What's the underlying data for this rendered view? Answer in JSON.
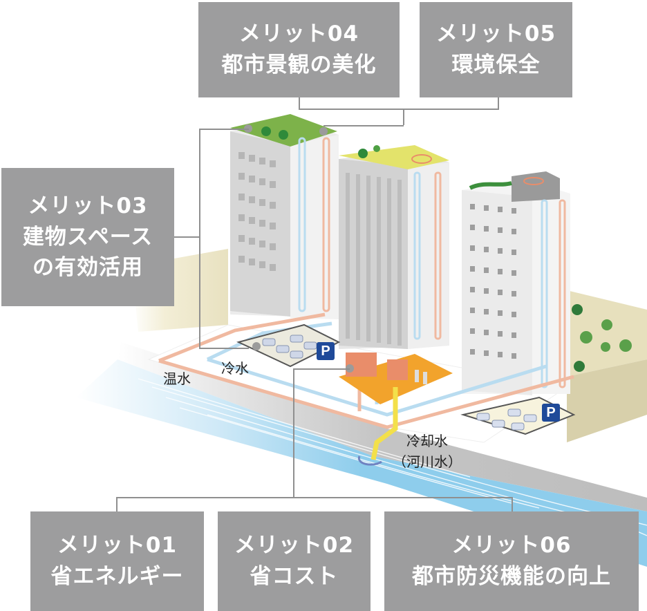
{
  "merits": {
    "m04": {
      "title": "メリット04",
      "text": "都市景観の美化"
    },
    "m05": {
      "title": "メリット05",
      "text": "環境保全"
    },
    "m03": {
      "title": "メリット03",
      "line1": "建物スペース",
      "line2": "の有効活用"
    },
    "m01": {
      "title": "メリット01",
      "text": "省エネルギー"
    },
    "m02": {
      "title": "メリット02",
      "text": "省コスト"
    },
    "m06": {
      "title": "メリット06",
      "text": "都市防災機能の向上"
    }
  },
  "labels": {
    "hot_water": "温水",
    "cold_water": "冷水",
    "cooling_water": "冷却水",
    "river_water": "（河川水）"
  },
  "parking_signs": [
    "P",
    "P"
  ],
  "colors": {
    "box_bg": "#9d9d9e",
    "box_text": "#ffffff",
    "connector": "#8f8f8f",
    "hot_pipe": "#f0b9a0",
    "cold_pipe": "#b9dcf0",
    "river": "#8ecdec",
    "cooling_pipe": "#f3e04a",
    "plant": "#e98d6a",
    "plant_floor": "#f2a32c",
    "parking_sign": "#1f4a99"
  }
}
